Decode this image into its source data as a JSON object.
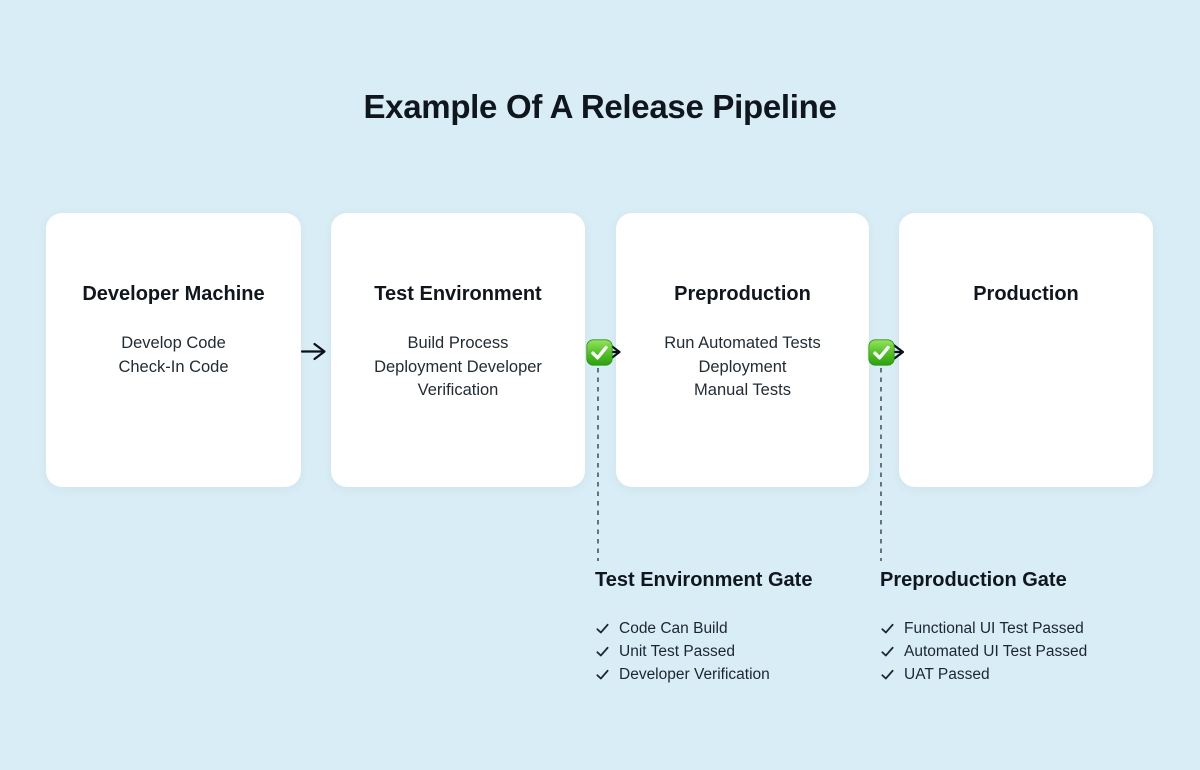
{
  "title": "Example Of A Release Pipeline",
  "stages": [
    {
      "name": "Developer Machine",
      "tasks": [
        "Develop Code",
        "Check-In Code"
      ]
    },
    {
      "name": "Test Environment",
      "tasks": [
        "Build Process",
        "Deployment Developer",
        "Verification"
      ]
    },
    {
      "name": "Preproduction",
      "tasks": [
        "Run Automated Tests",
        "Deployment",
        "Manual Tests"
      ]
    },
    {
      "name": "Production",
      "tasks": []
    }
  ],
  "gates": [
    {
      "name": "Test Environment Gate",
      "criteria": [
        "Code Can Build",
        "Unit Test Passed",
        "Developer Verification"
      ]
    },
    {
      "name": "Preproduction Gate",
      "criteria": [
        "Functional UI Test Passed",
        "Automated UI Test Passed",
        "UAT Passed"
      ]
    }
  ],
  "icons": {
    "gate_passed": "green-check-emoji",
    "criterion": "check-mark",
    "flow": "right-arrow"
  },
  "colors": {
    "background": "#d9edf6",
    "card": "#ffffff",
    "heading_text": "#10161e",
    "body_text": "#222c35",
    "arrow": "#0b1016",
    "dashed_line": "#31414e",
    "gate_green_top": "#97e25f",
    "gate_green_bottom": "#2da00e",
    "check_white": "#ffffff"
  }
}
